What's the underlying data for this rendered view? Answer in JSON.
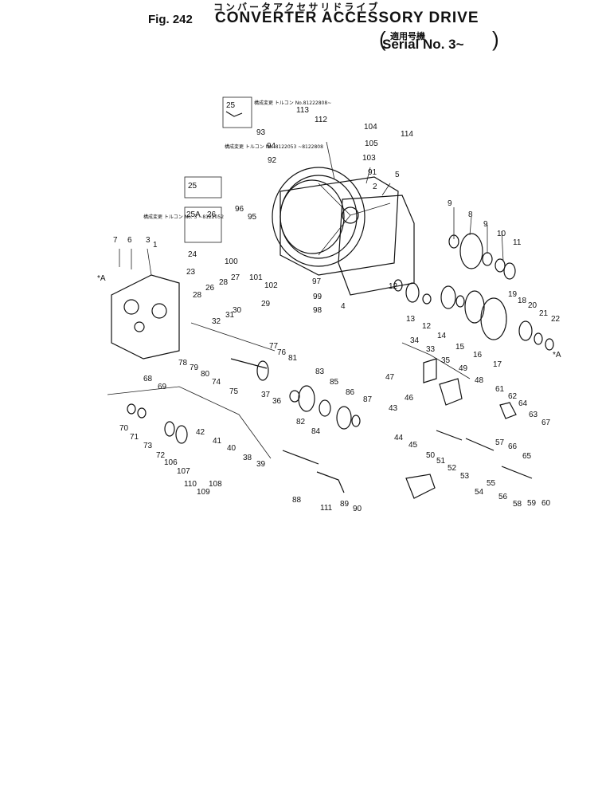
{
  "header": {
    "katakana": "コンバータアクセサリドライブ",
    "fig_label": "Fig. 242",
    "title": "CONVERTER ACCESSORY DRIVE",
    "serial_jp": "適用号機",
    "serial": "Serial No. 3~"
  },
  "notes": {
    "n25a": "構成変更 トルコン No.81222808~",
    "n93": "構成変更 トルコン No. 8122053 ~8122808",
    "n25b": "構成変更 トルコン No. 3 ~8122052"
  },
  "marks": {
    "a_left": "*A",
    "a_right": "*A"
  },
  "callouts": [
    "1",
    "2",
    "3",
    "4",
    "5",
    "6",
    "7",
    "8",
    "9",
    "10",
    "11",
    "12",
    "13",
    "14",
    "15",
    "16",
    "17",
    "18",
    "19",
    "20",
    "21",
    "22",
    "23",
    "24",
    "25",
    "25A",
    "26",
    "27",
    "28",
    "29",
    "30",
    "31",
    "32",
    "33",
    "34",
    "35",
    "36",
    "37",
    "38",
    "39",
    "40",
    "41",
    "42",
    "43",
    "44",
    "45",
    "46",
    "47",
    "48",
    "49",
    "50",
    "51",
    "52",
    "53",
    "54",
    "55",
    "56",
    "57",
    "58",
    "59",
    "60",
    "61",
    "62",
    "63",
    "64",
    "65",
    "66",
    "67",
    "68",
    "69",
    "70",
    "71",
    "72",
    "73",
    "74",
    "75",
    "76",
    "77",
    "78",
    "79",
    "80",
    "81",
    "82",
    "83",
    "84",
    "85",
    "86",
    "87",
    "88",
    "89",
    "90",
    "91",
    "92",
    "93",
    "94",
    "95",
    "96",
    "97",
    "98",
    "99",
    "100",
    "101",
    "102",
    "103",
    "104",
    "105",
    "106",
    "107",
    "108",
    "109",
    "110",
    "111",
    "112",
    "113",
    "114"
  ]
}
